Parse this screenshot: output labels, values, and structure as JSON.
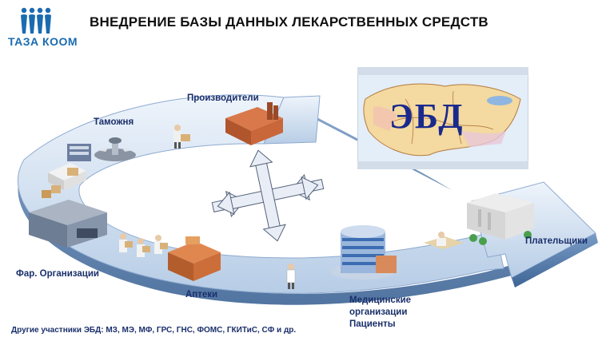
{
  "logo": {
    "text": "ТАЗА КООМ"
  },
  "title": "ВНЕДРЕНИЕ БАЗЫ ДАННЫХ ЛЕКАРСТВЕННЫХ СРЕДСТВ",
  "map": {
    "label": "ЭБД"
  },
  "nodes": {
    "producers": "Производители",
    "customs": "Таможня",
    "pharm_orgs": "Фар. Организации",
    "pharmacies": "Аптеки",
    "medical_line1": "Медицинские",
    "medical_line2": "организации",
    "medical_line3": "Пациенты",
    "payers": "Плательщики"
  },
  "footer": "Другие участники ЭБД: МЗ, МЭ, МФ, ГРС, ГНС, ФОМС, ГКИТиС, СФ и др.",
  "colors": {
    "arrow_top": "#dce8f4",
    "arrow_side": "#5f87b5",
    "title": "#111111",
    "label": "#1a2f6b",
    "logo": "#1a6bb0"
  }
}
